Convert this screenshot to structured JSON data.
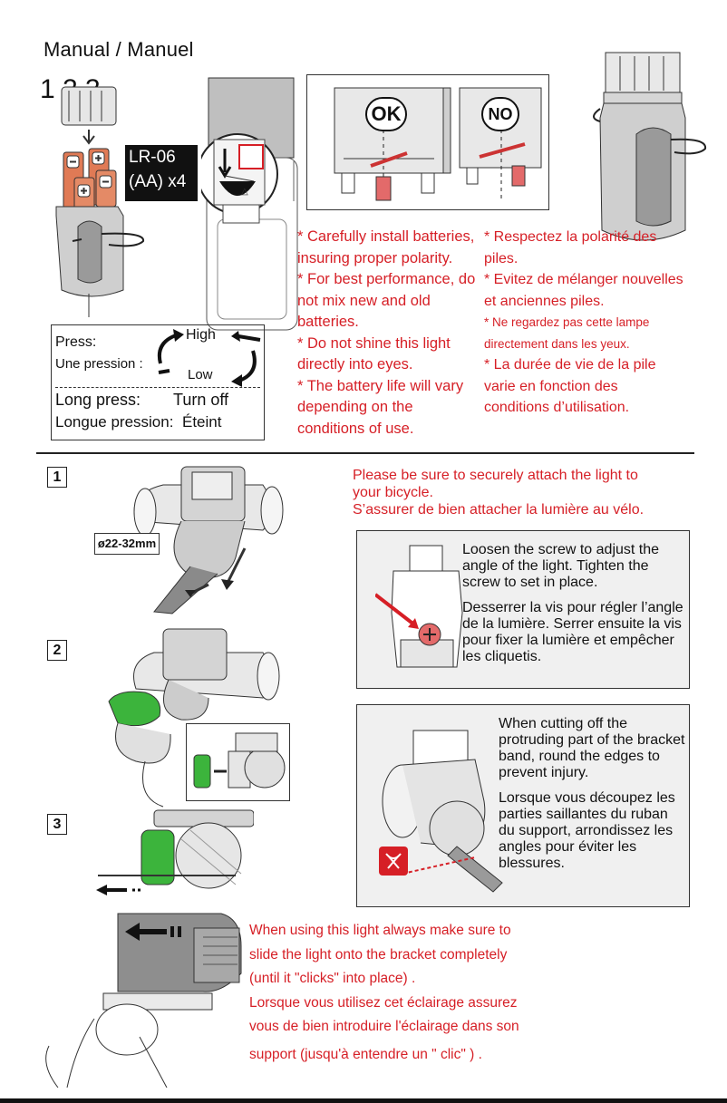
{
  "header": {
    "title": "Manual / Manuel",
    "steps_label": "1 2 3"
  },
  "battery": {
    "label_line1": "LR-06",
    "label_line2": "(AA) x4",
    "ok_badge": "OK",
    "no_badge": "NO"
  },
  "press_box": {
    "press_en": "Press:",
    "press_fr": "Une pression :",
    "high": "High",
    "low": "Low",
    "long_press_en": "Long press:",
    "turn_off_en": "Turn off",
    "long_press_fr": "Longue pression:",
    "turn_off_fr": "Éteint"
  },
  "notes_en": [
    "*  Carefully install batteries,",
    "    insuring proper polarity.",
    "*  For best performance, do",
    "    not mix new and old",
    "    batteries.",
    "*  Do not shine this light",
    "    directly into eyes.",
    "*  The battery life will vary",
    "    depending on the",
    "    conditions of use."
  ],
  "notes_fr": [
    "*  Respectez la polarité des",
    "      piles.",
    "*  Evitez de mélanger nouvelles",
    "      et anciennes piles.",
    "*  Ne regardez pas cette lampe",
    "      directement dans les yeux.",
    "*  La durée de vie de la pile",
    "      varie en fonction des",
    "      conditions d’utilisation."
  ],
  "mount": {
    "step1": "1",
    "step2": "2",
    "step3": "3",
    "diameter": "ø22-32mm",
    "warning_line1": "Please be sure to securely attach the light to",
    "warning_line2": "your bicycle.",
    "warning_line3": "S’assurer de bien attacher la lumière au vélo.",
    "screw_en": "Loosen the screw to adjust the angle of the light. Tighten the screw to set in place.",
    "screw_fr": "Desserrer la vis pour régler l’angle de la lumière. Serrer ensuite la vis pour fixer la lumière et empêcher les cliquetis.",
    "cut_en": "When cutting off the protruding part of the bracket band, round the edges to prevent injury.",
    "cut_fr": "Lorsque vous découpez les parties saillantes du ruban du support, arrondissez les angles pour éviter les blessures."
  },
  "bracket_note": [
    "When using this light always make sure to",
    "slide the light onto the bracket completely",
    "(until it \"clicks\" into place) .",
    "Lorsque vous utilisez cet éclairage assurez",
    "vous de bien introduire l'éclairage dans son",
    "support  (jusqu'à entendre un \" clic\" ) ."
  ],
  "colors": {
    "accent_red": "#d61f26",
    "band_green": "#3cb43c",
    "battery_orange": "#e07a55",
    "panel_gray": "#f0f0f0"
  }
}
